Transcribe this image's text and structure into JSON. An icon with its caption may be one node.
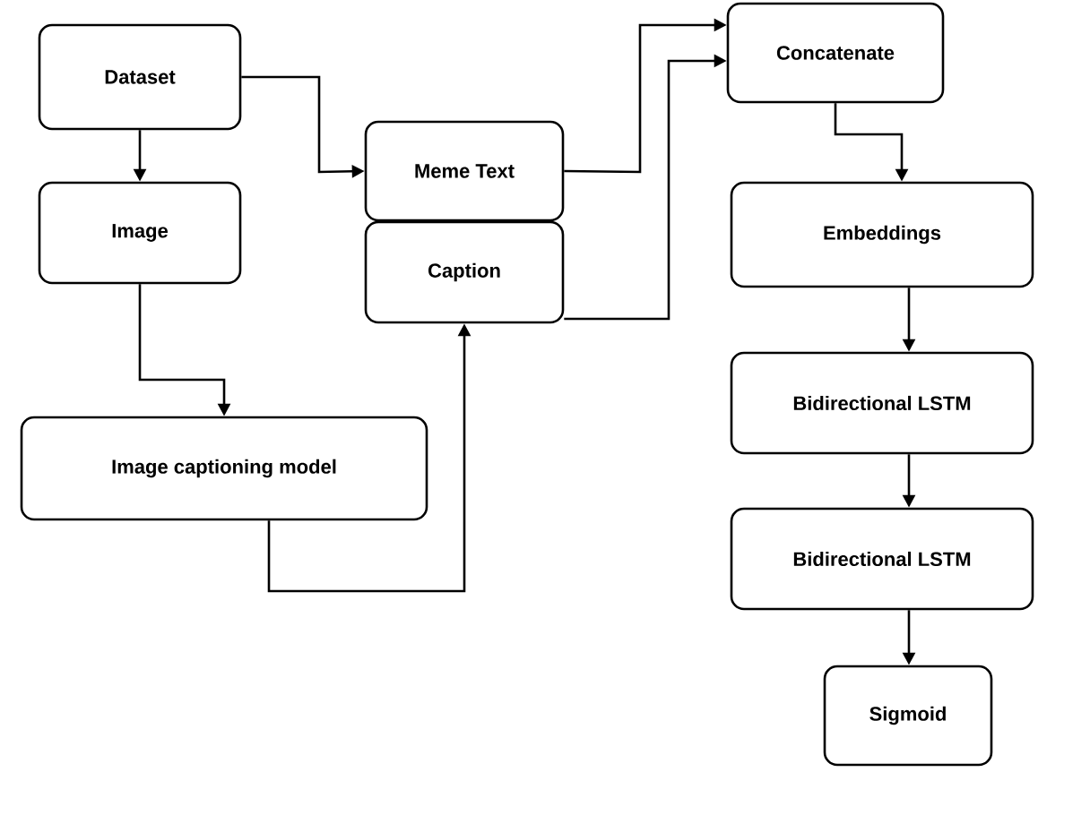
{
  "diagram": {
    "nodes": [
      {
        "text": [
          "Dataset"
        ]
      },
      {
        "text": [
          "Meme Text"
        ]
      },
      {
        "text": [
          "Concatenate"
        ]
      },
      {
        "text": [
          "Image"
        ]
      },
      {
        "text": [
          "Caption"
        ]
      },
      {
        "text": [
          "Embeddings"
        ]
      },
      {
        "text": [
          "Image captioning model"
        ]
      },
      {
        "text": [
          "Bidirectional LSTM"
        ]
      },
      {
        "text": [
          "Bidirectional LSTM"
        ]
      },
      {
        "text": [
          "Sigmoid"
        ]
      }
    ],
    "edges": [
      {
        "from": 0,
        "to": 1,
        "arrow": "to"
      },
      {
        "from": 0,
        "to": 3,
        "arrow": "to"
      },
      {
        "from": 1,
        "to": 2,
        "arrow": "to"
      },
      {
        "from": 4,
        "to": 2,
        "arrow": "to"
      },
      {
        "from": 3,
        "to": 6,
        "arrow": "to"
      },
      {
        "from": 6,
        "to": 4,
        "arrow": "to"
      },
      {
        "from": 2,
        "to": 5,
        "arrow": "to"
      },
      {
        "from": 5,
        "to": 7,
        "arrow": "to"
      },
      {
        "from": 7,
        "to": 8,
        "arrow": "to"
      },
      {
        "from": 8,
        "to": 9,
        "arrow": "to"
      }
    ]
  }
}
